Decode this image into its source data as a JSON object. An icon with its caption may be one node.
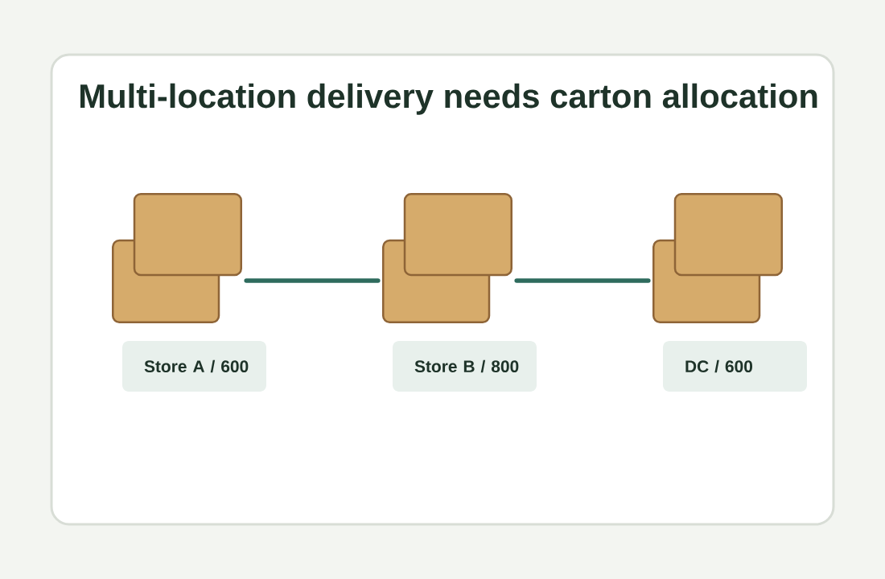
{
  "diagram": {
    "title": "Multi-location delivery needs carton allocation",
    "nodes": [
      {
        "text": [],
        "shape": "box"
      },
      {
        "text": [],
        "shape": "box"
      },
      {
        "text": [],
        "shape": "box"
      },
      {
        "text": [
          "Store A / 600"
        ]
      },
      {
        "text": [
          "Store B / 800"
        ]
      },
      {
        "text": [
          "DC / 600"
        ]
      }
    ],
    "edges": [
      {
        "from": 0,
        "to": 1,
        "arrow": "none"
      },
      {
        "from": 1,
        "to": 2,
        "arrow": "none"
      }
    ]
  }
}
